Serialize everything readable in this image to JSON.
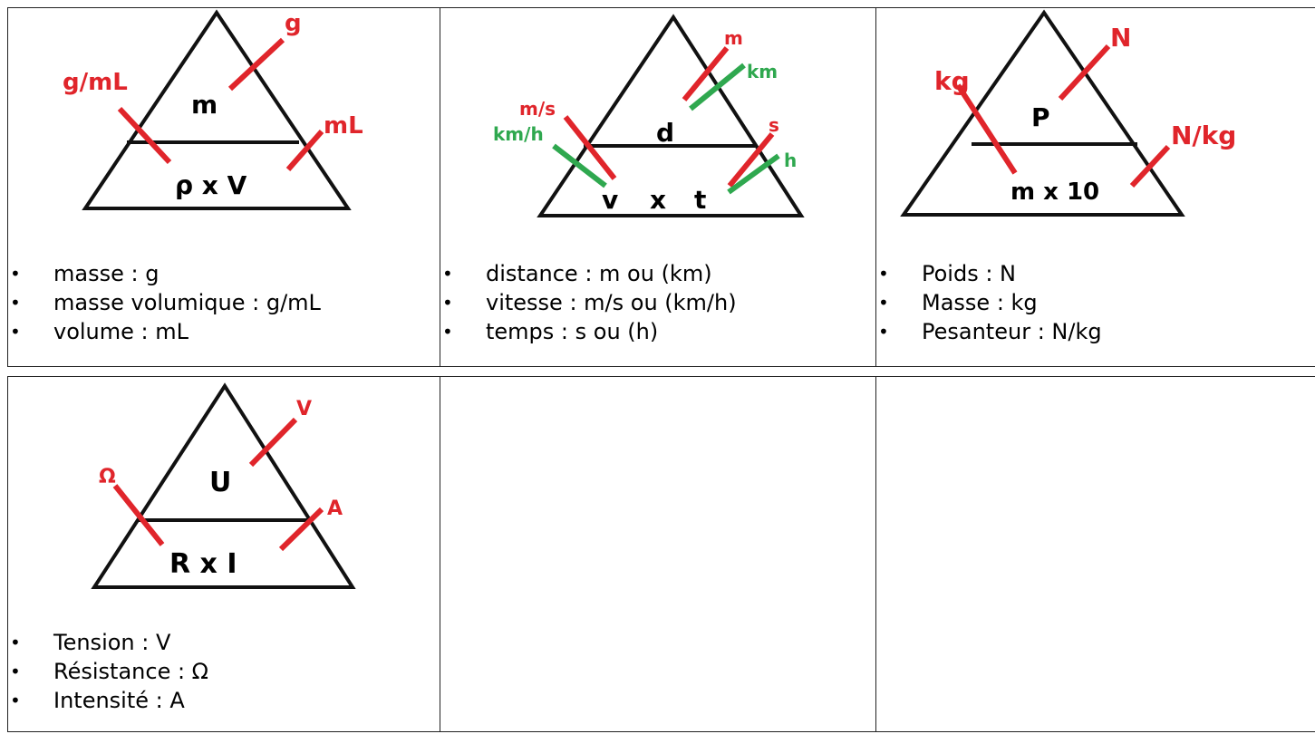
{
  "colors": {
    "red": "#e0252b",
    "green": "#2fa84f",
    "line": "#111111"
  },
  "cells": {
    "density": {
      "top_var": "m",
      "bottom_expr": "ρ x V",
      "labels": {
        "top_right": "g",
        "left": "g/mL",
        "right": "mL"
      },
      "list": [
        "masse : g",
        "masse volumique : g/mL",
        "volume : mL"
      ]
    },
    "speed": {
      "top_var": "d",
      "bottom_left": "v",
      "bottom_x": "x",
      "bottom_right": "t",
      "labels": {
        "top_red": "m",
        "top_green": "km",
        "left_red": "m/s",
        "left_green": "km/h",
        "right_red": "s",
        "right_green": "h"
      },
      "list": [
        "distance : m ou (km)",
        "vitesse : m/s ou (km/h)",
        "temps : s ou (h)"
      ]
    },
    "weight": {
      "top_var": "P",
      "bottom_expr": "m x 10",
      "labels": {
        "top_right": "N",
        "left": "kg",
        "right": "N/kg"
      },
      "list": [
        "Poids : N",
        "Masse : kg",
        "Pesanteur : N/kg"
      ]
    },
    "ohm": {
      "top_var": "U",
      "bottom_expr": "R x I",
      "labels": {
        "top_right": "V",
        "left": "Ω",
        "right": "A"
      },
      "list": [
        "Tension : V",
        "Résistance :  Ω",
        "Intensité : A"
      ]
    }
  },
  "bullet": "•"
}
